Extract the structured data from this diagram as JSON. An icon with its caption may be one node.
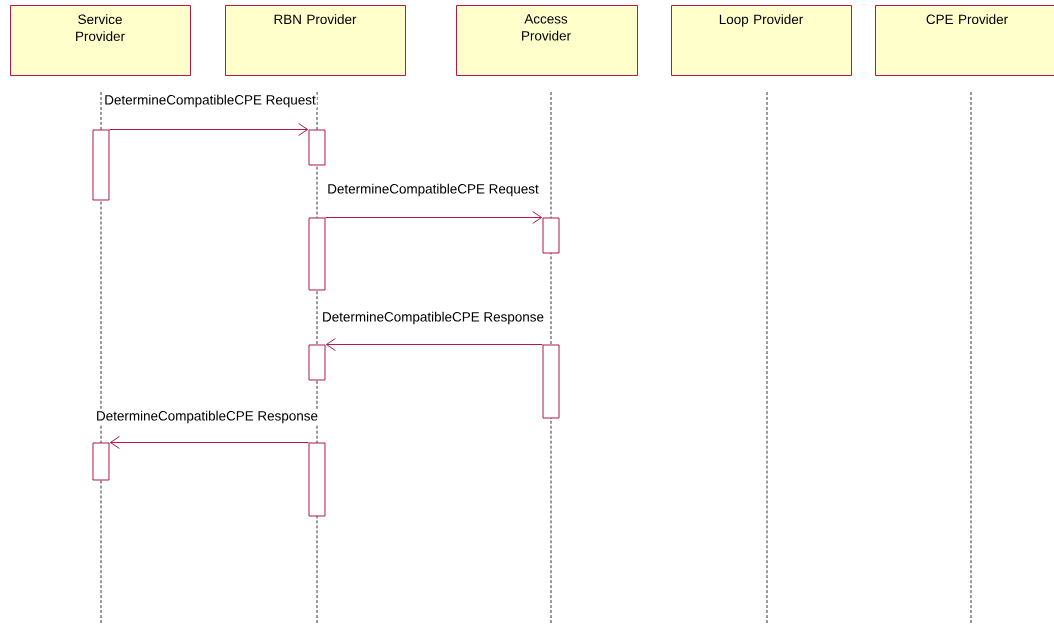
{
  "diagram": {
    "nodes": [
      {
        "text": [
          "Service Provider"
        ]
      },
      {
        "text": [
          "RBN Provider"
        ]
      },
      {
        "text": [
          "Access Provider"
        ]
      },
      {
        "text": [
          "Loop Provider"
        ]
      },
      {
        "text": [
          "CPE Provider"
        ]
      },
      {
        "text": [],
        "shape": "bar"
      },
      {
        "text": [],
        "shape": "bar"
      },
      {
        "text": [],
        "shape": "bar"
      },
      {
        "text": [],
        "shape": "bar"
      },
      {
        "text": [],
        "shape": "bar"
      },
      {
        "text": [],
        "shape": "bar"
      },
      {
        "text": [],
        "shape": "bar"
      },
      {
        "text": [],
        "shape": "bar"
      }
    ],
    "edges": [
      {
        "from": 5,
        "to": 6,
        "arrow": "to",
        "label": "DetermineCompatibleCPE Request"
      },
      {
        "from": 7,
        "to": 8,
        "arrow": "to",
        "label": "DetermineCompatibleCPE Request"
      },
      {
        "from": 10,
        "to": 9,
        "arrow": "to",
        "label": "DetermineCompatibleCPE Response"
      },
      {
        "from": 12,
        "to": 11,
        "arrow": "to",
        "label": "DetermineCompatibleCPE Response"
      }
    ]
  }
}
